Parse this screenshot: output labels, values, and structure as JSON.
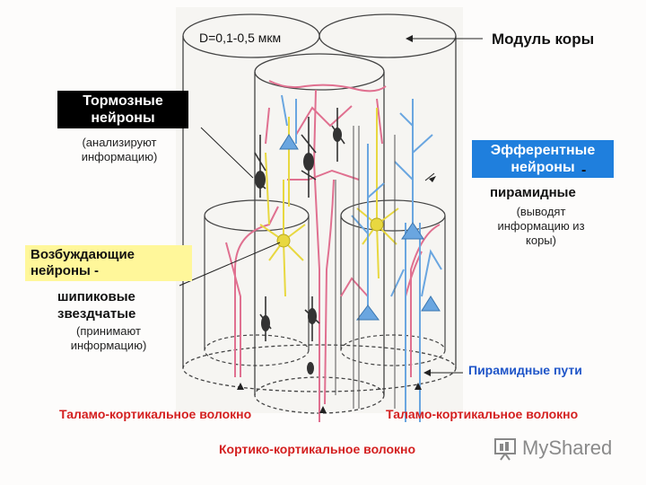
{
  "diameter_label": "D=0,1-0,5 мкм",
  "module_label": "Модуль коры",
  "inhibitory": {
    "title_line1": "Тормозные",
    "title_line2": "нейроны",
    "desc_line1": "(анализируют",
    "desc_line2": "информацию)"
  },
  "efferent": {
    "title_line1": "Эфферентные",
    "title_line2": "нейроны",
    "dash": "-",
    "subtitle": "пирамидные",
    "desc_line1": "(выводят",
    "desc_line2": "информацию из",
    "desc_line3": "коры)"
  },
  "excitatory": {
    "title_line1": "Возбуждающие",
    "title_line2": "нейроны -",
    "subtitle_line1": "шипиковые",
    "subtitle_line2": "звездчатые",
    "desc_line1": "(принимают",
    "desc_line2": "информацию)"
  },
  "pyramidal_paths": "Пирамидные пути",
  "thalamo_left": "Таламо-кортикальное волокно",
  "thalamo_right": "Таламо-кортикальное волокно",
  "cortico": "Кортико-кортикальное волокно",
  "watermark": "MyShared",
  "colors": {
    "pink": "#e07090",
    "yellow": "#e8d840",
    "blue": "#6aa6e0",
    "dark": "#333333",
    "red_label": "#d42020",
    "blue_label": "#1f55c8",
    "efferent_box": "#1f7fdd",
    "excitatory_box": "#fff79a"
  }
}
